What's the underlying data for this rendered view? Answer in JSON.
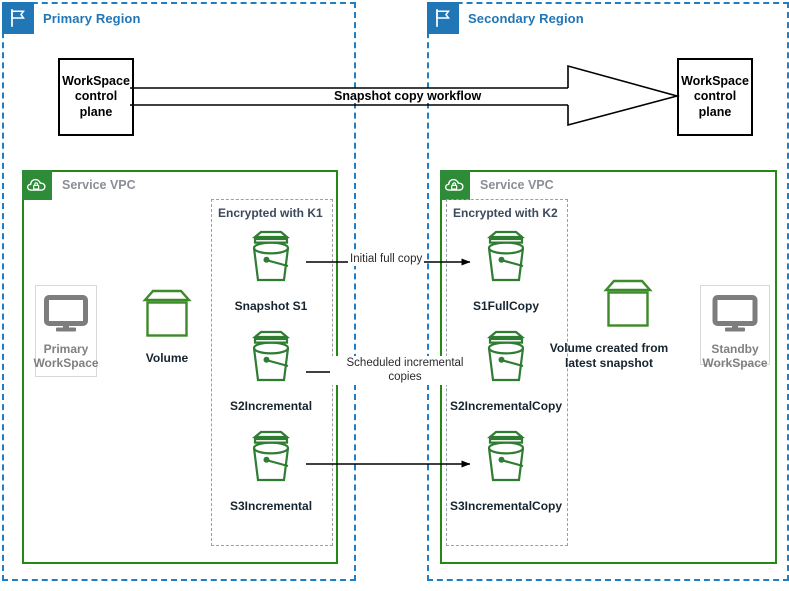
{
  "regions": [
    {
      "id": "primary",
      "title": "Primary Region",
      "icon": "region-flag-icon"
    },
    {
      "id": "secondary",
      "title": "Secondary Region",
      "icon": "region-flag-icon"
    }
  ],
  "vpcs": [
    {
      "id": "primary-vpc",
      "title": "Service VPC",
      "icon": "vpc-cloud-lock-icon"
    },
    {
      "id": "secondary-vpc",
      "title": "Service VPC",
      "icon": "vpc-cloud-lock-icon"
    }
  ],
  "control_planes": [
    {
      "id": "primary-control-plane",
      "label": "WorkSpace\ncontrol\nplane"
    },
    {
      "id": "secondary-control-plane",
      "label": "WorkSpace\ncontrol\nplane"
    }
  ],
  "workflow": {
    "label": "Snapshot copy workflow"
  },
  "encrypted_groups": [
    {
      "id": "k1",
      "label": "Encrypted with K1"
    },
    {
      "id": "k2",
      "label": "Encrypted with K2"
    }
  ],
  "workspaces": [
    {
      "id": "primary-workspace",
      "label": "Primary\nWorkSpace",
      "icon": "monitor-icon"
    },
    {
      "id": "standby-workspace",
      "label": "Standby\nWorkSpace",
      "icon": "monitor-icon"
    }
  ],
  "volumes": [
    {
      "id": "primary-volume",
      "label": "Volume",
      "icon": "volume-icon"
    },
    {
      "id": "secondary-volume",
      "label": "Volume created from latest snapshot",
      "icon": "volume-icon"
    }
  ],
  "snapshots_primary": [
    {
      "id": "snapshot-s1",
      "label": "Snapshot S1",
      "icon": "snapshot-icon"
    },
    {
      "id": "snapshot-s2",
      "label": "S2Incremental",
      "icon": "snapshot-icon"
    },
    {
      "id": "snapshot-s3",
      "label": "S3Incremental",
      "icon": "snapshot-icon"
    }
  ],
  "snapshots_secondary": [
    {
      "id": "snapshot-s1-copy",
      "label": "S1FullCopy",
      "icon": "snapshot-icon"
    },
    {
      "id": "snapshot-s2-copy",
      "label": "S2IncrementalCopy",
      "icon": "snapshot-icon"
    },
    {
      "id": "snapshot-s3-copy",
      "label": "S3IncrementalCopy",
      "icon": "snapshot-icon"
    }
  ],
  "copy_arrows": [
    {
      "id": "initial-full-copy",
      "label": "Initial full copy"
    },
    {
      "id": "scheduled-incremental",
      "label": "Scheduled incremental copies"
    },
    {
      "id": "incremental-copy-3",
      "label": ""
    }
  ],
  "colors": {
    "region_blue": "#1F7FC4",
    "region_icon_blue": "#2176B6",
    "vpc_green": "#248814",
    "vpc_icon_green": "#2E8B37",
    "snapshot_green": "#2E7D32",
    "volume_green": "#3C8A29",
    "workspace_gray": "#7D7D7D",
    "enc_dashed_gray": "#9aa0a6",
    "enc_label_navy": "#3d4a5c",
    "text_dark": "#16242f"
  }
}
